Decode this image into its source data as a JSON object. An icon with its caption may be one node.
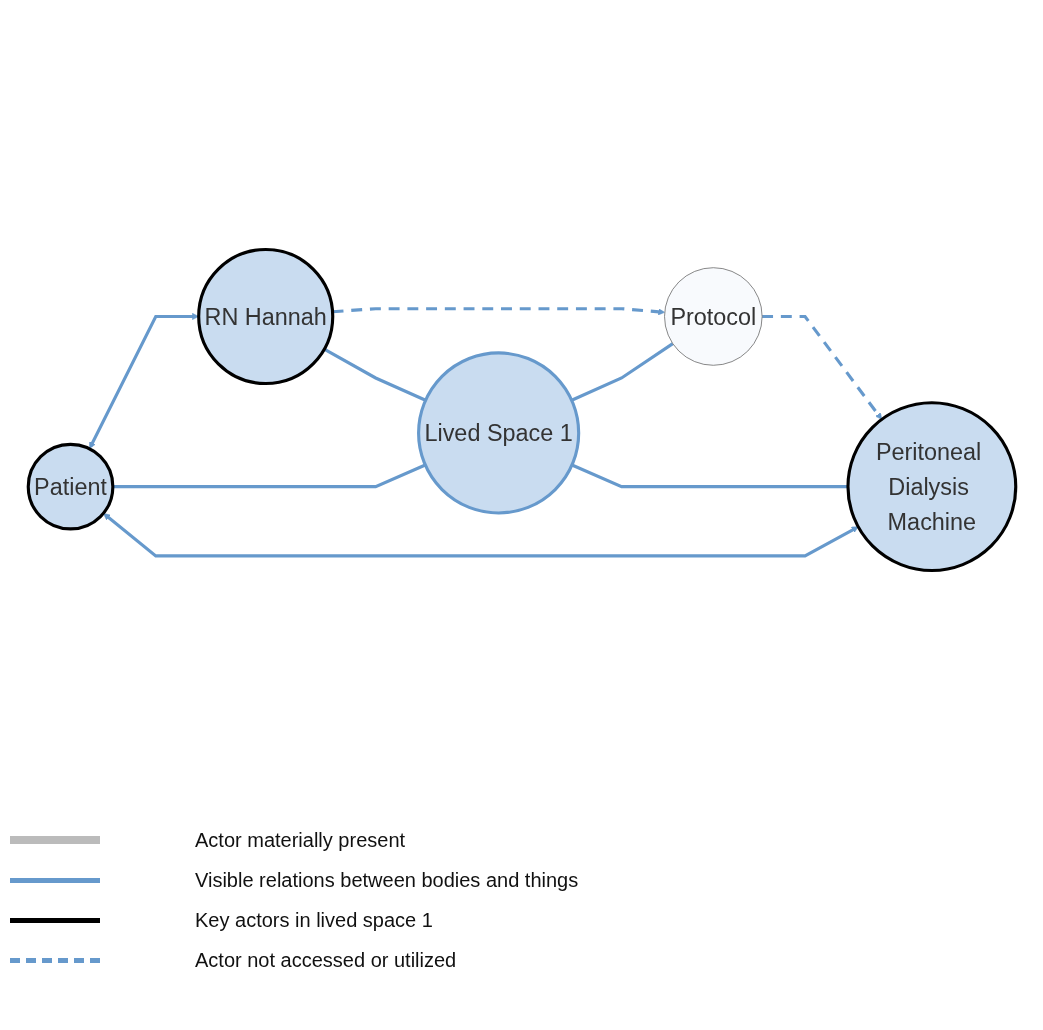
{
  "diagram": {
    "nodes": [
      {
        "text": [
          "RN Hannah"
        ]
      },
      {
        "text": [
          "Patient"
        ]
      },
      {
        "text": [
          "Lived Space 1"
        ]
      },
      {
        "text": [
          "Protocol"
        ]
      },
      {
        "text": [
          "Peritoneal Dialysis Machine"
        ]
      }
    ],
    "edges": [
      {
        "from": 1,
        "to": 0,
        "arrow": "both"
      },
      {
        "from": 0,
        "to": 3,
        "arrow": "to",
        "style": "dashed"
      },
      {
        "from": 0,
        "to": 2,
        "arrow": "none"
      },
      {
        "from": 1,
        "to": 2,
        "arrow": "none"
      },
      {
        "from": 2,
        "to": 3,
        "arrow": "none"
      },
      {
        "from": 2,
        "to": 4,
        "arrow": "none"
      },
      {
        "from": 1,
        "to": 4,
        "arrow": "both"
      },
      {
        "from": 3,
        "to": 4,
        "arrow": "to",
        "style": "dashed"
      }
    ],
    "legend": [
      {
        "text": "Actor materially present"
      },
      {
        "text": "Visible relations between bodies and things"
      },
      {
        "text": "Key actors in lived space 1"
      },
      {
        "text": "Actor not accessed or utilized"
      }
    ]
  }
}
